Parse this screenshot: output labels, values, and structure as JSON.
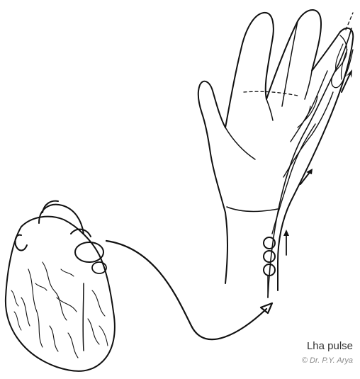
{
  "caption": {
    "title": "Lha pulse",
    "credit": "© Dr. P.Y. Arya"
  },
  "colors": {
    "line": "#111111",
    "background": "#ffffff",
    "caption_text": "#333333",
    "credit_text": "#888888"
  },
  "icons": [
    "heart-illustration",
    "hand-illustration",
    "arrow-icon",
    "pulse-point-circle"
  ]
}
